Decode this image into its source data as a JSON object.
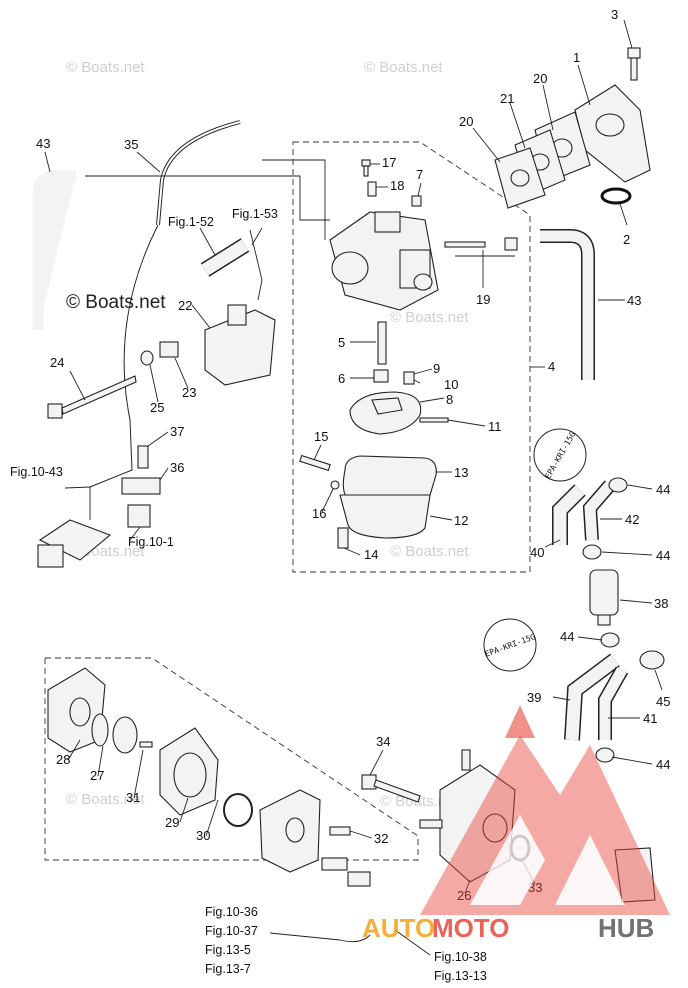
{
  "watermarks": [
    "© Boats.net",
    "© Boats.net",
    "© Boats.net",
    "© Boats.net",
    "© Boats.net",
    "© Boats.net",
    "© Boats.net"
  ],
  "main_watermark": "© Boats.net",
  "callouts": [
    "3",
    "1",
    "20",
    "21",
    "20",
    "43",
    "35",
    "17",
    "18",
    "7",
    "2",
    "19",
    "43",
    "5",
    "4",
    "6",
    "9",
    "10",
    "8",
    "11",
    "15",
    "13",
    "12",
    "16",
    "14",
    "24",
    "25",
    "23",
    "22",
    "37",
    "36",
    "44",
    "42",
    "40",
    "44",
    "38",
    "44",
    "45",
    "39",
    "41",
    "44",
    "34",
    "28",
    "27",
    "31",
    "29",
    "30",
    "32",
    "33",
    "26"
  ],
  "refs": {
    "fig_1_52": "Fig.1-52",
    "fig_1_53": "Fig.1-53",
    "fig_10_43": "Fig.10-43",
    "fig_10_1": "Fig.10-1",
    "fig_10_36": "Fig.10-36",
    "fig_10_37": "Fig.10-37",
    "fig_13_5": "Fig.13-5",
    "fig_13_7": "Fig.13-7",
    "fig_10_38": "Fig.10-38",
    "fig_13_13": "Fig.13-13"
  },
  "tags": {
    "upper": "EPA-KRI-15G",
    "lower": "EPA-KRI-15G"
  },
  "brand": {
    "part1": "AUTO",
    "part2": "MOTO",
    "part3": "HUB",
    "color_orange": "#f4a21b",
    "color_red": "#e8473c",
    "color_grey": "#5a5a5a"
  }
}
